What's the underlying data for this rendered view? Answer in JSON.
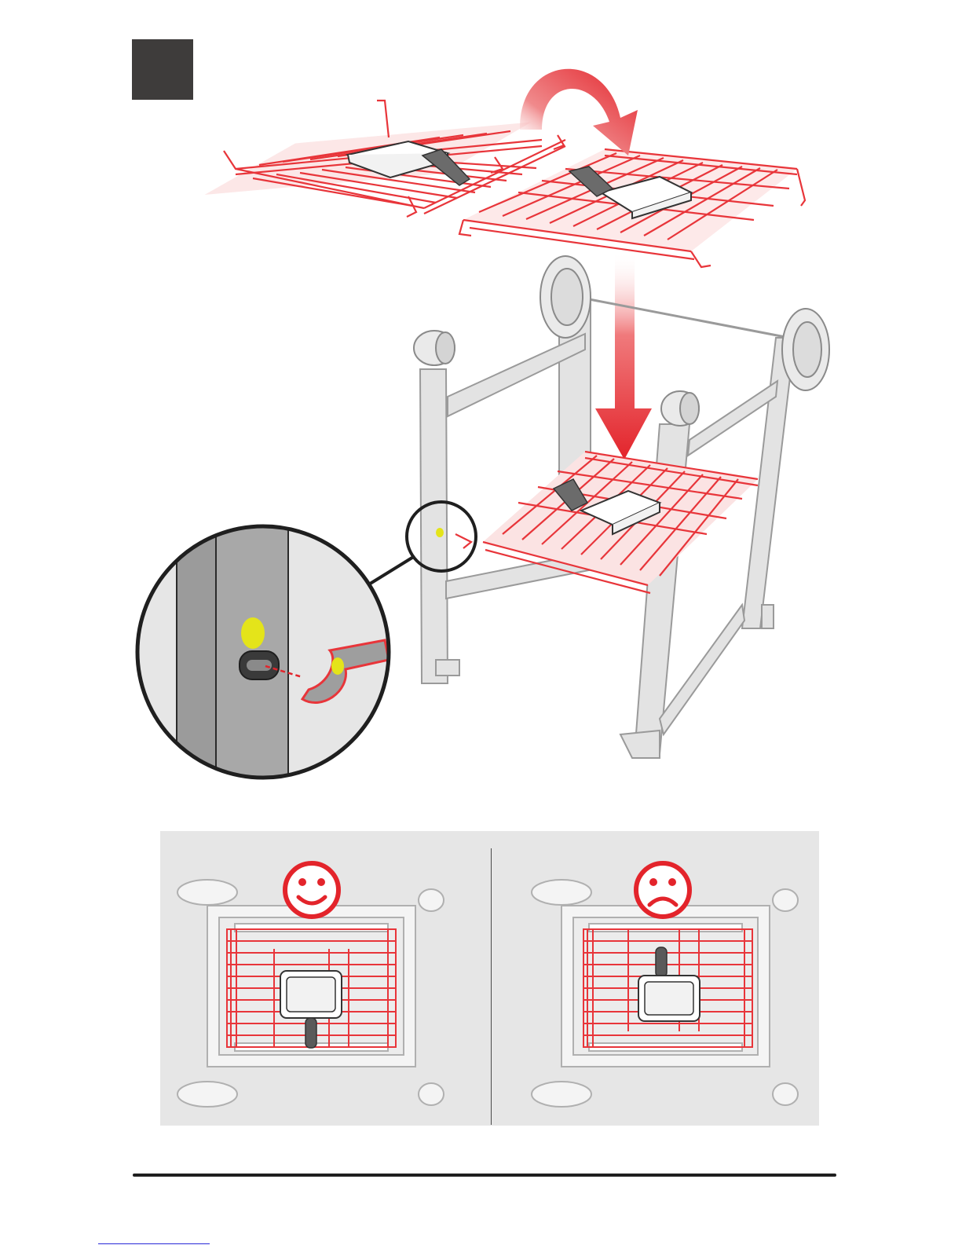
{
  "step": {
    "number": ""
  },
  "colors": {
    "step_badge": "#3e3c3b",
    "shelf_wire": "#e8353a",
    "shelf_fill": "#f7d4d4",
    "cart_frame": "#e3e3e3",
    "cart_outline": "#9a9a9a",
    "hole_marker": "#e4e41a",
    "arrow": "#e3242b",
    "panel_bg": "#e6e6e6"
  },
  "illustration": {
    "main": {
      "icon": "shelf-install-illustration"
    },
    "zoom": {
      "icon": "zoom-detail-hole-alignment"
    },
    "arrows": [
      {
        "icon": "curved-flip-arrow"
      },
      {
        "icon": "down-arrow"
      }
    ]
  },
  "comparison": [
    {
      "verdict": "correct",
      "icon": "happy-face-icon"
    },
    {
      "verdict": "incorrect",
      "icon": "sad-face-icon"
    }
  ]
}
